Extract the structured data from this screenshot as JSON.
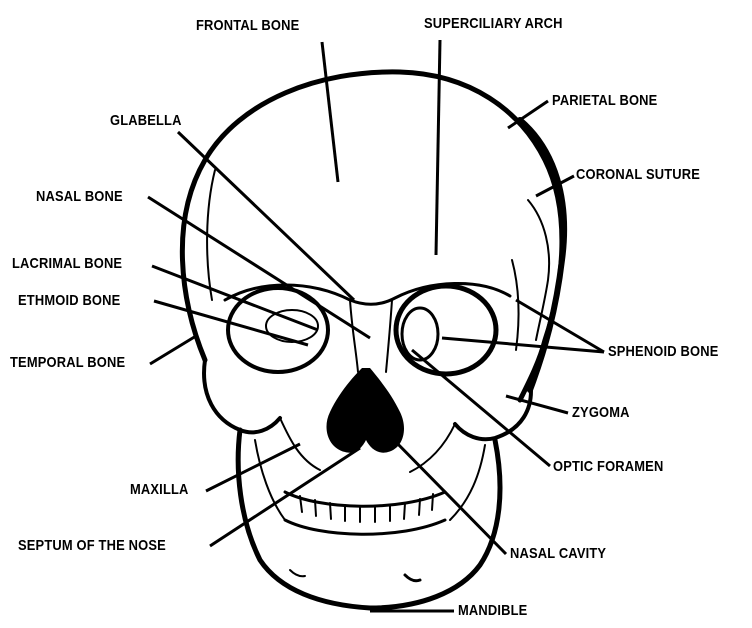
{
  "diagram": {
    "labels": {
      "frontal_bone": "FRONTAL BONE",
      "superciliary_arch": "SUPERCILIARY ARCH",
      "parietal_bone": "PARIETAL BONE",
      "glabella": "GLABELLA",
      "coronal_suture": "CORONAL SUTURE",
      "nasal_bone": "NASAL BONE",
      "lacrimal_bone": "LACRIMAL BONE",
      "ethmoid_bone": "ETHMOID BONE",
      "temporal_bone": "TEMPORAL BONE",
      "sphenoid_bone": "SPHENOID BONE",
      "zygoma": "ZYGOMA",
      "optic_foramen": "OPTIC FORAMEN",
      "maxilla": "MAXILLA",
      "septum_of_the_nose": "SEPTUM OF THE NOSE",
      "nasal_cavity": "NASAL CAVITY",
      "mandible": "MANDIBLE"
    }
  }
}
